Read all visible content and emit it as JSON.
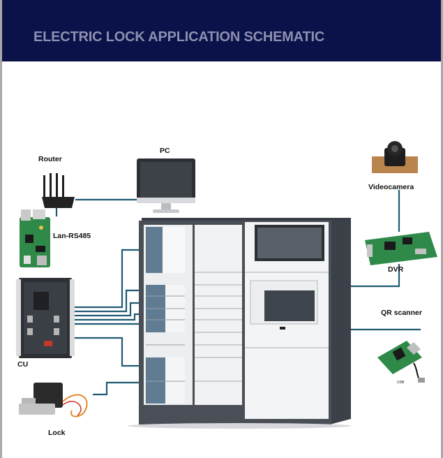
{
  "header": {
    "title": "ELECTRIC LOCK APPLICATION SCHEMATIC"
  },
  "labels": {
    "pc": "PC",
    "router": "Router",
    "lan": "Lan-RS485",
    "cu": "CU",
    "lock": "Lock",
    "videocamera": "Videocamera",
    "dvr": "DVR",
    "qr": "QR scanner",
    "usb": "USB"
  },
  "colors": {
    "banner": "#0b1149",
    "title": "#8c90b0",
    "wire": "#1f5a73",
    "pcb_green": "#2f8a4a",
    "locker_frame": "#4a4f57"
  }
}
